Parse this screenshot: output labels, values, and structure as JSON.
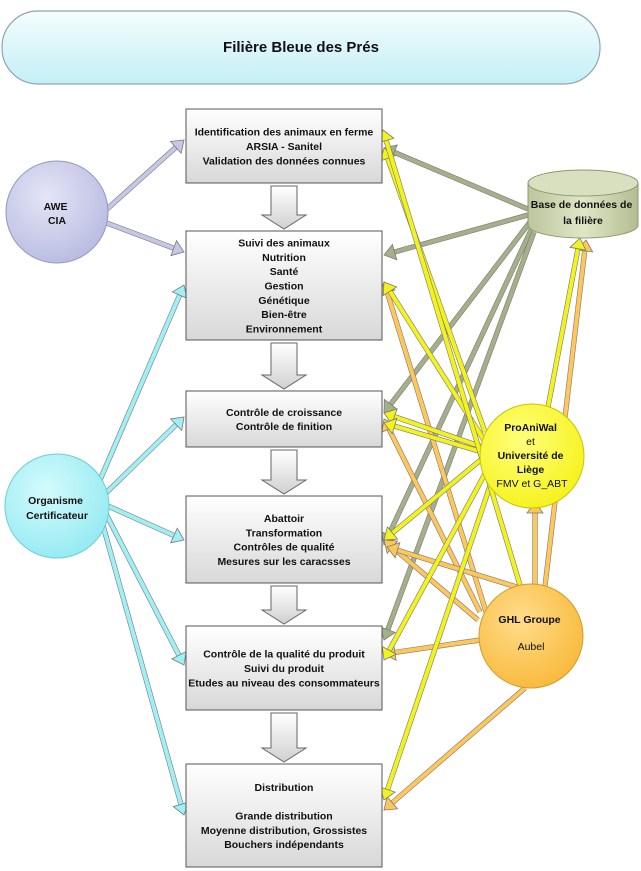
{
  "title": "Filière Bleue des Prés",
  "process_steps": [
    {
      "id": "identification",
      "lines": [
        "Identification des animaux en ferme",
        "ARSIA - Sanitel",
        "Validation des données connues"
      ]
    },
    {
      "id": "suivi",
      "lines": [
        "Suivi des animaux",
        "Nutrition",
        "Santé",
        "Gestion",
        "Génétique",
        "Bien-être",
        "Environnement"
      ]
    },
    {
      "id": "controle-croissance",
      "lines": [
        "Contrôle de croissance",
        "Contrôle de finition"
      ]
    },
    {
      "id": "abattoir",
      "lines": [
        "Abattoir",
        "Transformation",
        "Contrôles de qualité",
        "Mesures sur les caracsses"
      ]
    },
    {
      "id": "qualite-produit",
      "lines": [
        "Contrôle de la qualité du produit",
        "Suivi du produit",
        "Etudes au niveau des consommateurs"
      ]
    },
    {
      "id": "distribution",
      "lines": [
        "Distribution",
        "",
        "Grande distribution",
        "Moyenne distribution, Grossistes",
        "Bouchers indépendants"
      ]
    }
  ],
  "actors": {
    "awe": {
      "lines": [
        "AWE",
        "CIA"
      ],
      "color": "#c9cbe8"
    },
    "organisme": {
      "lines": [
        "Organisme",
        "Certificateur"
      ],
      "color": "#aaf0f4"
    },
    "proaniwal": {
      "lines": [
        "ProAniWal",
        "et",
        "Université de",
        "Liège",
        "FMV et G_ABT"
      ],
      "color": "#ffff33"
    },
    "ghl": {
      "lines": [
        "GHL  Groupe",
        "Aubel"
      ],
      "color": "#ffc84a"
    },
    "database": {
      "lines": [
        "Base de données de",
        "la filière"
      ],
      "color": "#cdd6b0"
    }
  },
  "colors": {
    "awe_arrow": "#c4c7e6",
    "organisme_arrow": "#9ff0f6",
    "database_arrow": "#a5b089",
    "proaniwal_arrow": "#f2f21e",
    "ghl_arrow": "#ffc659"
  }
}
